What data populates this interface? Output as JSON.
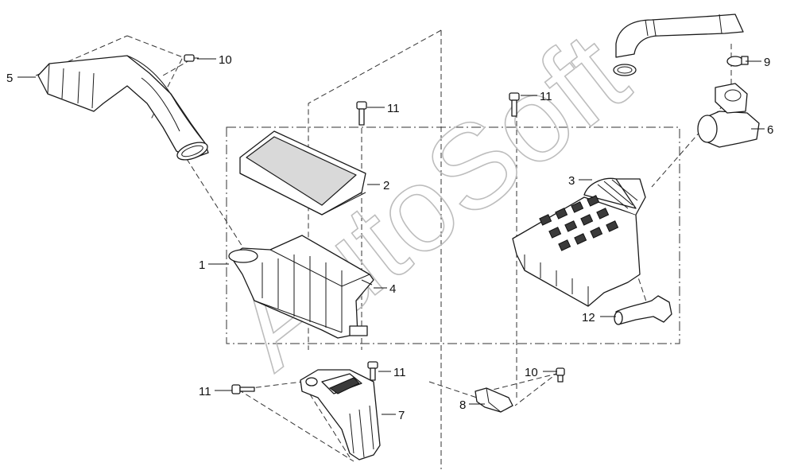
{
  "watermark": {
    "text": "AutoSoft"
  },
  "callouts": {
    "c1": "1",
    "c2": "2",
    "c3": "3",
    "c4": "4",
    "c5": "5",
    "c6": "6",
    "c7": "7",
    "c8": "8",
    "c9": "9",
    "c10_top": "10",
    "c10_bottom": "10",
    "c11_center": "11",
    "c11_right": "11",
    "c11_lower": "11",
    "c11_left": "11",
    "c12": "12"
  },
  "colors": {
    "line": "#1a1a1a",
    "watermark": "#bdbdbd",
    "filter_fill": "#d9d9d9",
    "cover_grid": "#2e2e2e"
  }
}
